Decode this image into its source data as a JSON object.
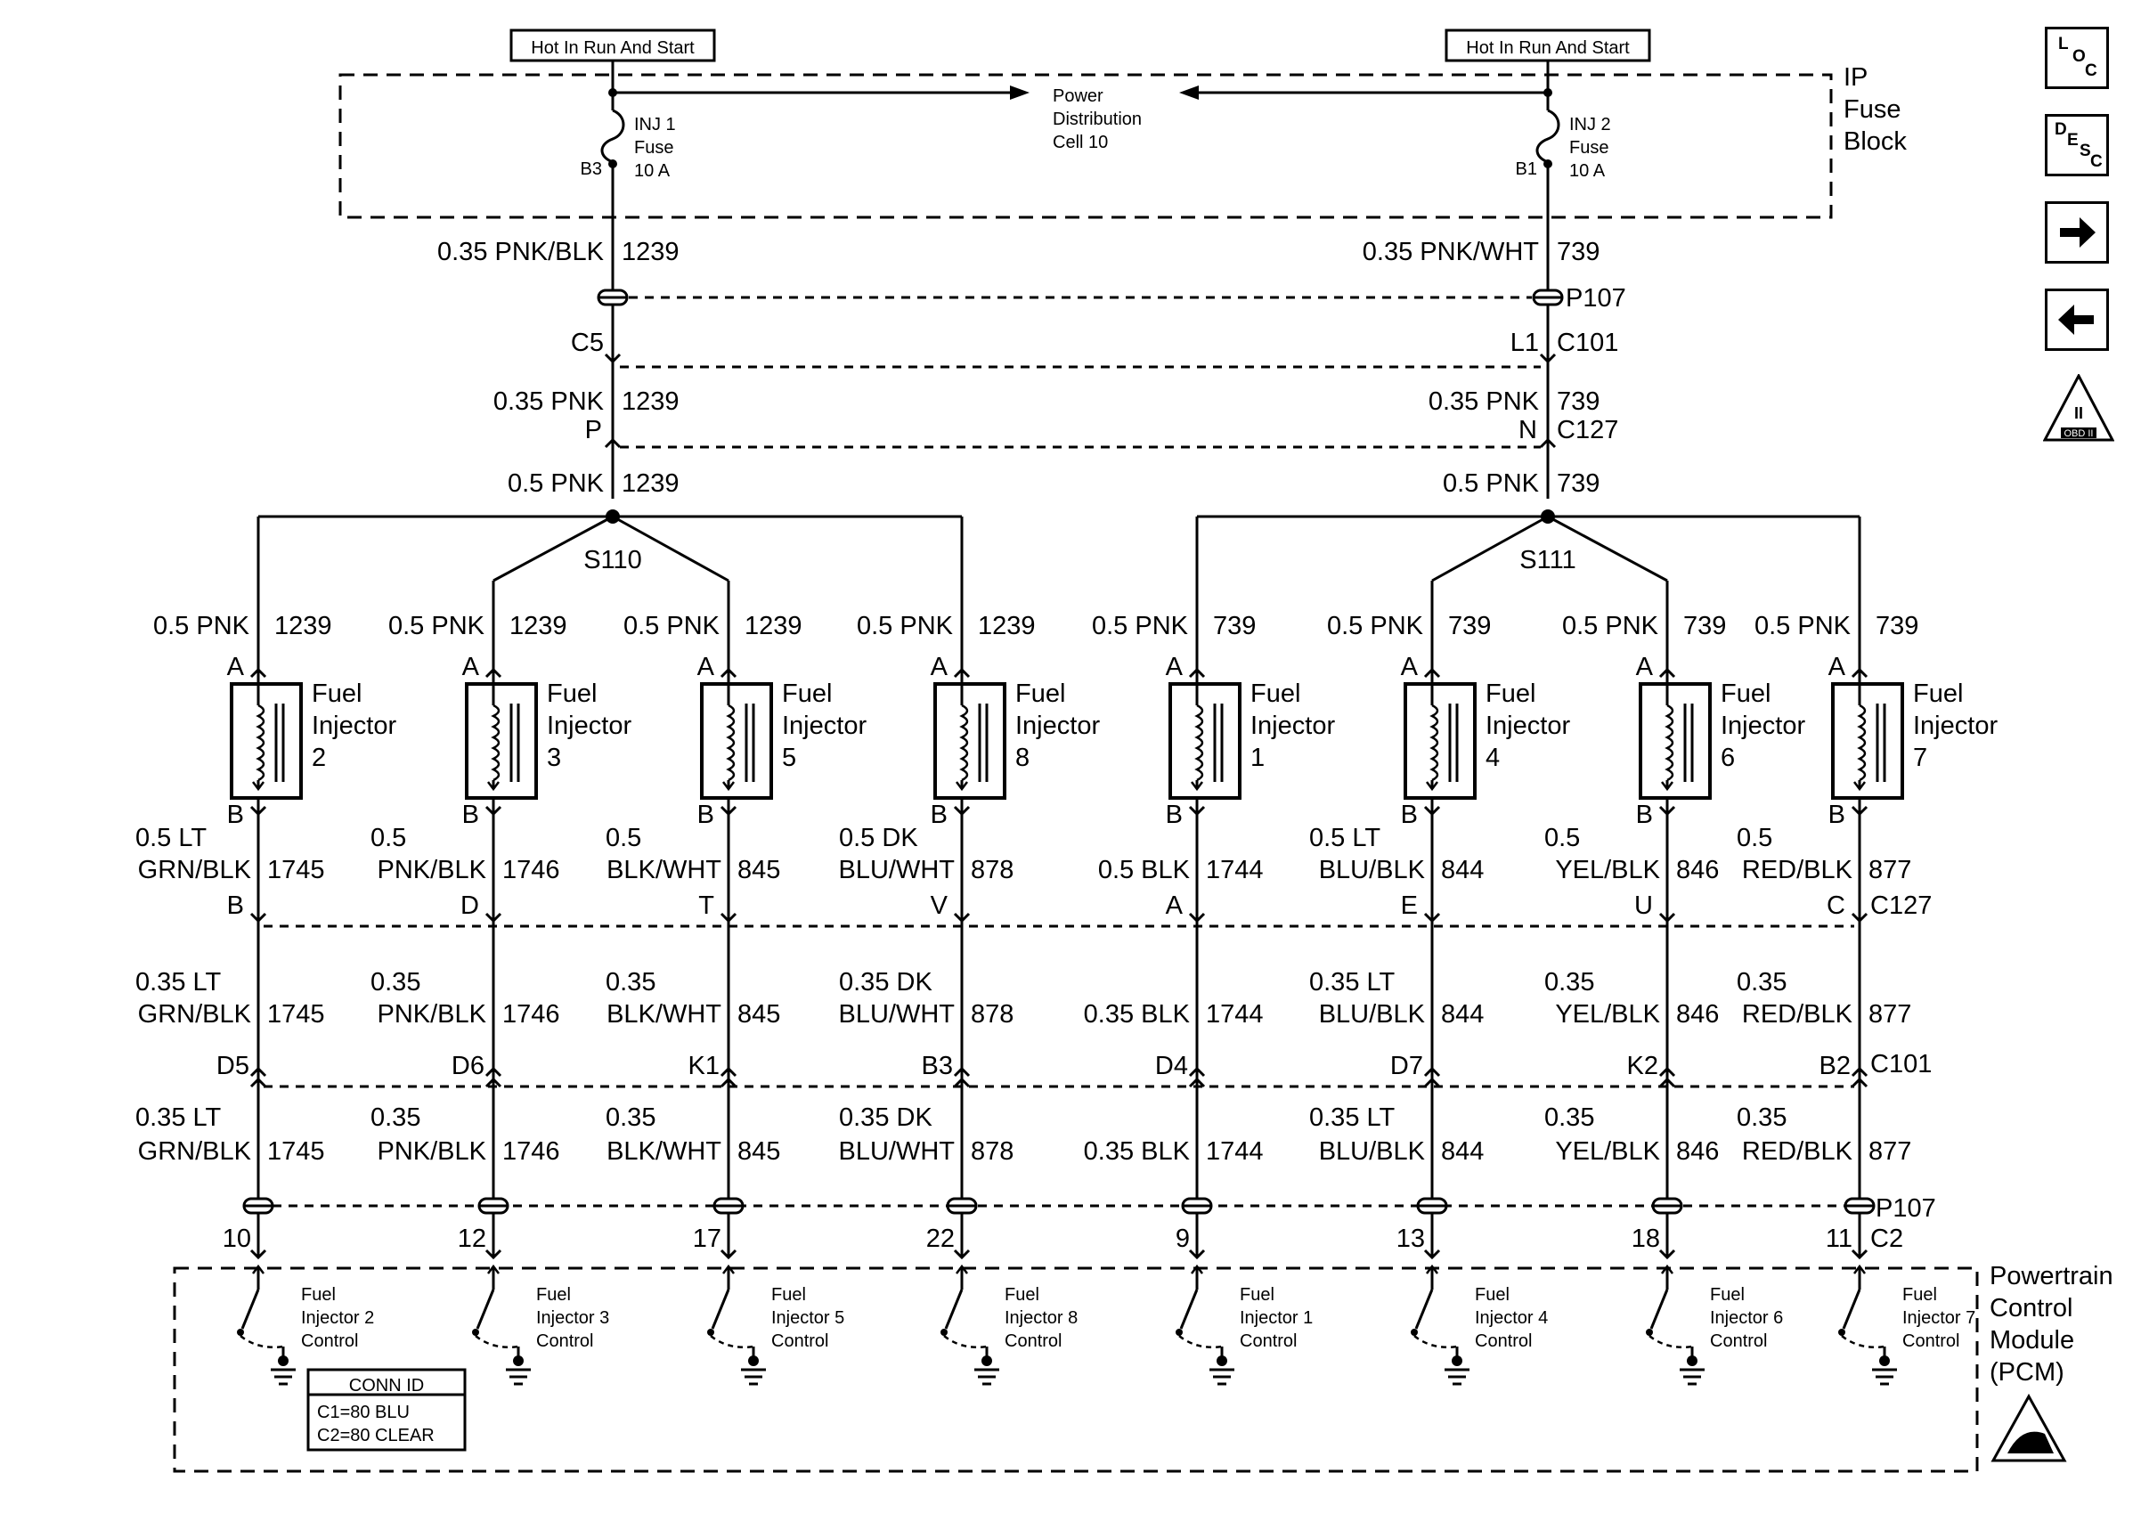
{
  "top": {
    "hot_left": "Hot In Run And Start",
    "hot_right": "Hot In Run And Start",
    "power_dist": [
      "Power",
      "Distribution",
      "Cell 10"
    ],
    "fuse_left": [
      "INJ 1",
      "Fuse",
      "10 A"
    ],
    "fuse_right": [
      "INJ 2",
      "Fuse",
      "10 A"
    ],
    "pin_left": "B3",
    "pin_right": "B1",
    "ip_block": [
      "IP",
      "Fuse",
      "Block"
    ]
  },
  "feed_left": {
    "wire1": "0.35 PNK/BLK",
    "circ1": "1239",
    "c101_pin": "C5",
    "wire2": "0.35 PNK",
    "circ2": "1239",
    "c127_pin": "P",
    "wire3": "0.5 PNK",
    "circ3": "1239",
    "splice": "S110"
  },
  "feed_right": {
    "wire1": "0.35 PNK/WHT",
    "circ1": "739",
    "p107": "P107",
    "c101_pin": "L1",
    "c101": "C101",
    "wire2": "0.35 PNK",
    "circ2": "739",
    "c127_pin": "N",
    "c127": "C127",
    "wire3": "0.5 PNK",
    "circ3": "739",
    "splice": "S111"
  },
  "injectors": [
    {
      "feed_wire": "0.5 PNK",
      "feed_circ": "1239",
      "pin_a": "A",
      "pin_b": "B",
      "label": [
        "Fuel",
        "Injector",
        "2"
      ],
      "w1": [
        "0.5 LT",
        "GRN/BLK"
      ],
      "c1": "1745",
      "c127_pin": "B",
      "w2": [
        "0.35 LT",
        "GRN/BLK"
      ],
      "c2": "1745",
      "c101_pin": "D5",
      "w3": [
        "0.35 LT",
        "GRN/BLK"
      ],
      "c3": "1745",
      "pcm_pin": "10",
      "ctrl": [
        "Fuel",
        "Injector 2",
        "Control"
      ]
    },
    {
      "feed_wire": "0.5 PNK",
      "feed_circ": "1239",
      "pin_a": "A",
      "pin_b": "B",
      "label": [
        "Fuel",
        "Injector",
        "3"
      ],
      "w1": [
        "0.5",
        "PNK/BLK"
      ],
      "c1": "1746",
      "c127_pin": "D",
      "w2": [
        "0.35",
        "PNK/BLK"
      ],
      "c2": "1746",
      "c101_pin": "D6",
      "w3": [
        "0.35",
        "PNK/BLK"
      ],
      "c3": "1746",
      "pcm_pin": "12",
      "ctrl": [
        "Fuel",
        "Injector 3",
        "Control"
      ]
    },
    {
      "feed_wire": "0.5 PNK",
      "feed_circ": "1239",
      "pin_a": "A",
      "pin_b": "B",
      "label": [
        "Fuel",
        "Injector",
        "5"
      ],
      "w1": [
        "0.5",
        "BLK/WHT"
      ],
      "c1": "845",
      "c127_pin": "T",
      "w2": [
        "0.35",
        "BLK/WHT"
      ],
      "c2": "845",
      "c101_pin": "K1",
      "w3": [
        "0.35",
        "BLK/WHT"
      ],
      "c3": "845",
      "pcm_pin": "17",
      "ctrl": [
        "Fuel",
        "Injector 5",
        "Control"
      ]
    },
    {
      "feed_wire": "0.5 PNK",
      "feed_circ": "1239",
      "pin_a": "A",
      "pin_b": "B",
      "label": [
        "Fuel",
        "Injector",
        "8"
      ],
      "w1": [
        "0.5 DK",
        "BLU/WHT"
      ],
      "c1": "878",
      "c127_pin": "V",
      "w2": [
        "0.35 DK",
        "BLU/WHT"
      ],
      "c2": "878",
      "c101_pin": "B3",
      "w3": [
        "0.35 DK",
        "BLU/WHT"
      ],
      "c3": "878",
      "pcm_pin": "22",
      "ctrl": [
        "Fuel",
        "Injector 8",
        "Control"
      ]
    },
    {
      "feed_wire": "0.5 PNK",
      "feed_circ": "739",
      "pin_a": "A",
      "pin_b": "B",
      "label": [
        "Fuel",
        "Injector",
        "1"
      ],
      "w1": [
        "",
        "0.5 BLK"
      ],
      "c1": "1744",
      "c127_pin": "A",
      "w2": [
        "",
        "0.35 BLK"
      ],
      "c2": "1744",
      "c101_pin": "D4",
      "w3": [
        "",
        "0.35 BLK"
      ],
      "c3": "1744",
      "pcm_pin": "9",
      "ctrl": [
        "Fuel",
        "Injector 1",
        "Control"
      ]
    },
    {
      "feed_wire": "0.5 PNK",
      "feed_circ": "739",
      "pin_a": "A",
      "pin_b": "B",
      "label": [
        "Fuel",
        "Injector",
        "4"
      ],
      "w1": [
        "0.5 LT",
        "BLU/BLK"
      ],
      "c1": "844",
      "c127_pin": "E",
      "w2": [
        "0.35 LT",
        "BLU/BLK"
      ],
      "c2": "844",
      "c101_pin": "D7",
      "w3": [
        "0.35 LT",
        "BLU/BLK"
      ],
      "c3": "844",
      "pcm_pin": "13",
      "ctrl": [
        "Fuel",
        "Injector 4",
        "Control"
      ]
    },
    {
      "feed_wire": "0.5 PNK",
      "feed_circ": "739",
      "pin_a": "A",
      "pin_b": "B",
      "label": [
        "Fuel",
        "Injector",
        "6"
      ],
      "w1": [
        "0.5",
        "YEL/BLK"
      ],
      "c1": "846",
      "c127_pin": "U",
      "w2": [
        "0.35",
        "YEL/BLK"
      ],
      "c2": "846",
      "c101_pin": "K2",
      "w3": [
        "0.35",
        "YEL/BLK"
      ],
      "c3": "846",
      "pcm_pin": "18",
      "ctrl": [
        "Fuel",
        "Injector 6",
        "Control"
      ]
    },
    {
      "feed_wire": "0.5 PNK",
      "feed_circ": "739",
      "pin_a": "A",
      "pin_b": "B",
      "label": [
        "Fuel",
        "Injector",
        "7"
      ],
      "w1": [
        "0.5",
        "RED/BLK"
      ],
      "c1": "877",
      "c127_pin": "C",
      "w2": [
        "0.35",
        "RED/BLK"
      ],
      "c2": "877",
      "c101_pin": "B2",
      "w3": [
        "0.35",
        "RED/BLK"
      ],
      "c3": "877",
      "pcm_pin": "11",
      "ctrl": [
        "Fuel",
        "Injector 7",
        "Control"
      ]
    }
  ],
  "row_connectors": {
    "c127": "C127",
    "c101": "C101",
    "p107": "P107",
    "c2": "C2"
  },
  "pcm": {
    "title": [
      "Powertrain",
      "Control",
      "Module",
      "(PCM)"
    ],
    "conn_id": {
      "title": "CONN ID",
      "c1": "C1=80 BLU",
      "c2": "C2=80 CLEAR"
    }
  },
  "side_buttons": {
    "loc": [
      "L",
      "O",
      "C"
    ],
    "desc": [
      "D",
      "E",
      "S",
      "C"
    ],
    "obd": [
      "II",
      "OBD II"
    ]
  }
}
